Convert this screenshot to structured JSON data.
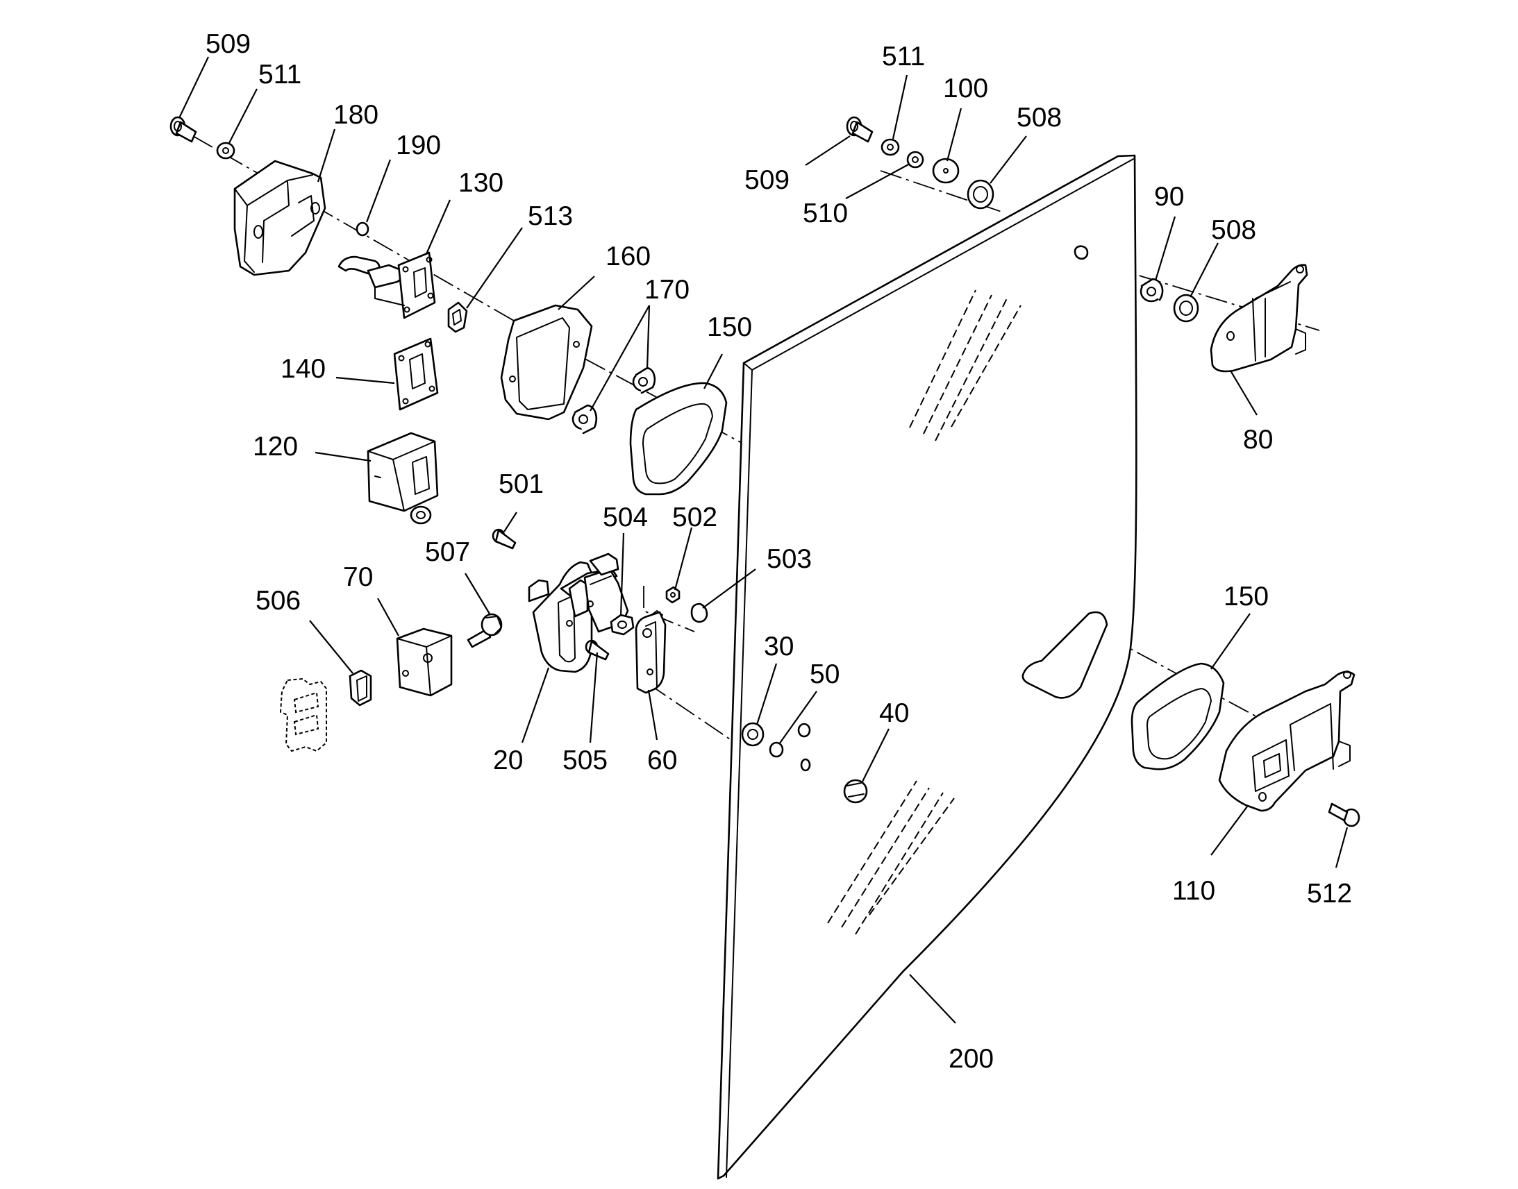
{
  "figure": {
    "callouts": [
      "509",
      "511",
      "180",
      "190",
      "130",
      "513",
      "160",
      "170",
      "150",
      "140",
      "120",
      "501",
      "504",
      "502",
      "503",
      "507",
      "70",
      "506",
      "20",
      "505",
      "60",
      "30",
      "50",
      "40",
      "511",
      "100",
      "508",
      "509",
      "510",
      "90",
      "508",
      "80",
      "150",
      "110",
      "512",
      "200"
    ]
  }
}
